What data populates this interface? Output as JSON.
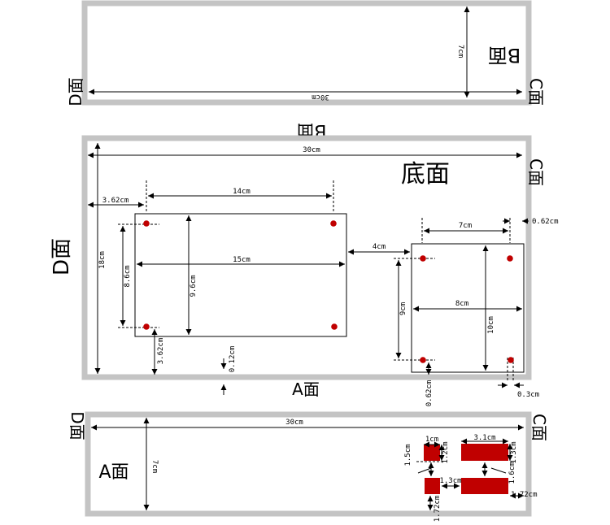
{
  "colors": {
    "frame": "#c4c4c4",
    "hole": "#c00000",
    "line": "#000000"
  },
  "panel_top": {
    "face_b": "B面",
    "face_c": "C面",
    "face_d": "D面",
    "width_label": "30cm",
    "height_label": "7cm"
  },
  "panel_bottom_view": {
    "face_b": "B面",
    "face_c": "C面",
    "face_d": "D面",
    "face_a": "A面",
    "title": "底面",
    "labels": {
      "width": "30cm",
      "height": "18cm",
      "left_offset": "3.62cm",
      "left_hole_span": "14cm",
      "left_rect_width": "15cm",
      "left_hole_height": "8.6cm",
      "left_rect_height": "9.6cm",
      "bottom_offset": "3.62cm",
      "edge_gap": "0.12cm",
      "gap_between": "4cm",
      "right_hole_span": "7cm",
      "right_offset_top": "0.62cm",
      "right_rect_width": "8cm",
      "right_hole_height": "9cm",
      "right_rect_height": "10cm",
      "right_offset_bottom": "0.62cm",
      "right_edge": "0.3cm"
    }
  },
  "panel_front": {
    "face_a": "A面",
    "face_c": "C面",
    "face_d": "D面",
    "labels": {
      "width": "30cm",
      "height": "7cm",
      "small_w": "1cm",
      "small_h": "1.2cm",
      "big_w": "3.1cm",
      "big_h": "1.3cm",
      "gap_v": "1.5cm",
      "gap_big": "1.6cm",
      "lower_gap": "1.3cm",
      "bottom_left": "1.72cm",
      "bottom_right": "1.72cm"
    }
  }
}
